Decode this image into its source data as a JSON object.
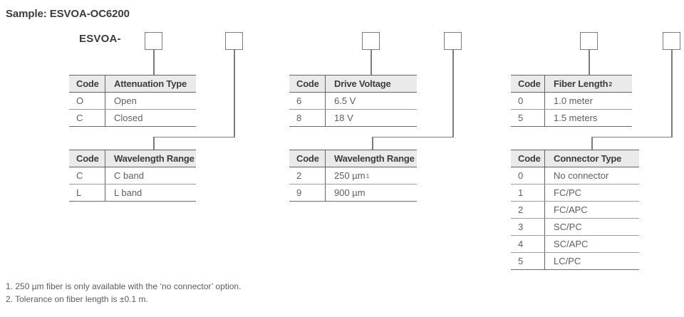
{
  "title": "Sample: ESVOA-OC6200",
  "prefix": "ESVOA-",
  "colors": {
    "header_bg": "#eaeaea",
    "border_dark": "#636363",
    "border_light": "#9c9c9c",
    "connector_line": "#7d7d7d",
    "heading_text": "#3d3d3d",
    "body_text": "#5f5f5f"
  },
  "tables": {
    "attenuation_type": {
      "code_header": "Code",
      "type_header": "Attenuation Type",
      "rows": [
        {
          "code": "O",
          "value": "Open"
        },
        {
          "code": "C",
          "value": "Closed"
        }
      ]
    },
    "wavelength_range_band": {
      "code_header": "Code",
      "type_header": "Wavelength Range",
      "rows": [
        {
          "code": "C",
          "value": "C band"
        },
        {
          "code": "L",
          "value": "L band"
        }
      ]
    },
    "drive_voltage": {
      "code_header": "Code",
      "type_header": "Drive Voltage",
      "rows": [
        {
          "code": "6",
          "value": "6.5 V"
        },
        {
          "code": "8",
          "value": "18 V"
        }
      ]
    },
    "wavelength_range_fiber": {
      "code_header": "Code",
      "type_header": "Wavelength Range",
      "rows": [
        {
          "code": "2",
          "value": "250 µm",
          "value_sup": "1"
        },
        {
          "code": "9",
          "value": "900 µm"
        }
      ]
    },
    "fiber_length": {
      "code_header": "Code",
      "type_header": "Fiber Length",
      "header_sup": "2",
      "rows": [
        {
          "code": "0",
          "value": "1.0 meter"
        },
        {
          "code": "5",
          "value": "1.5 meters"
        }
      ]
    },
    "connector_type": {
      "code_header": "Code",
      "type_header": "Connector Type",
      "rows": [
        {
          "code": "0",
          "value": "No connector"
        },
        {
          "code": "1",
          "value": "FC/PC"
        },
        {
          "code": "2",
          "value": "FC/APC"
        },
        {
          "code": "3",
          "value": "SC/PC"
        },
        {
          "code": "4",
          "value": "SC/APC"
        },
        {
          "code": "5",
          "value": "LC/PC"
        }
      ]
    }
  },
  "footnotes": {
    "note1": "1. 250 µm fiber is only available with the ‘no connector’ option.",
    "note2": "2. Tolerance on fiber length is ±0.1 m."
  }
}
